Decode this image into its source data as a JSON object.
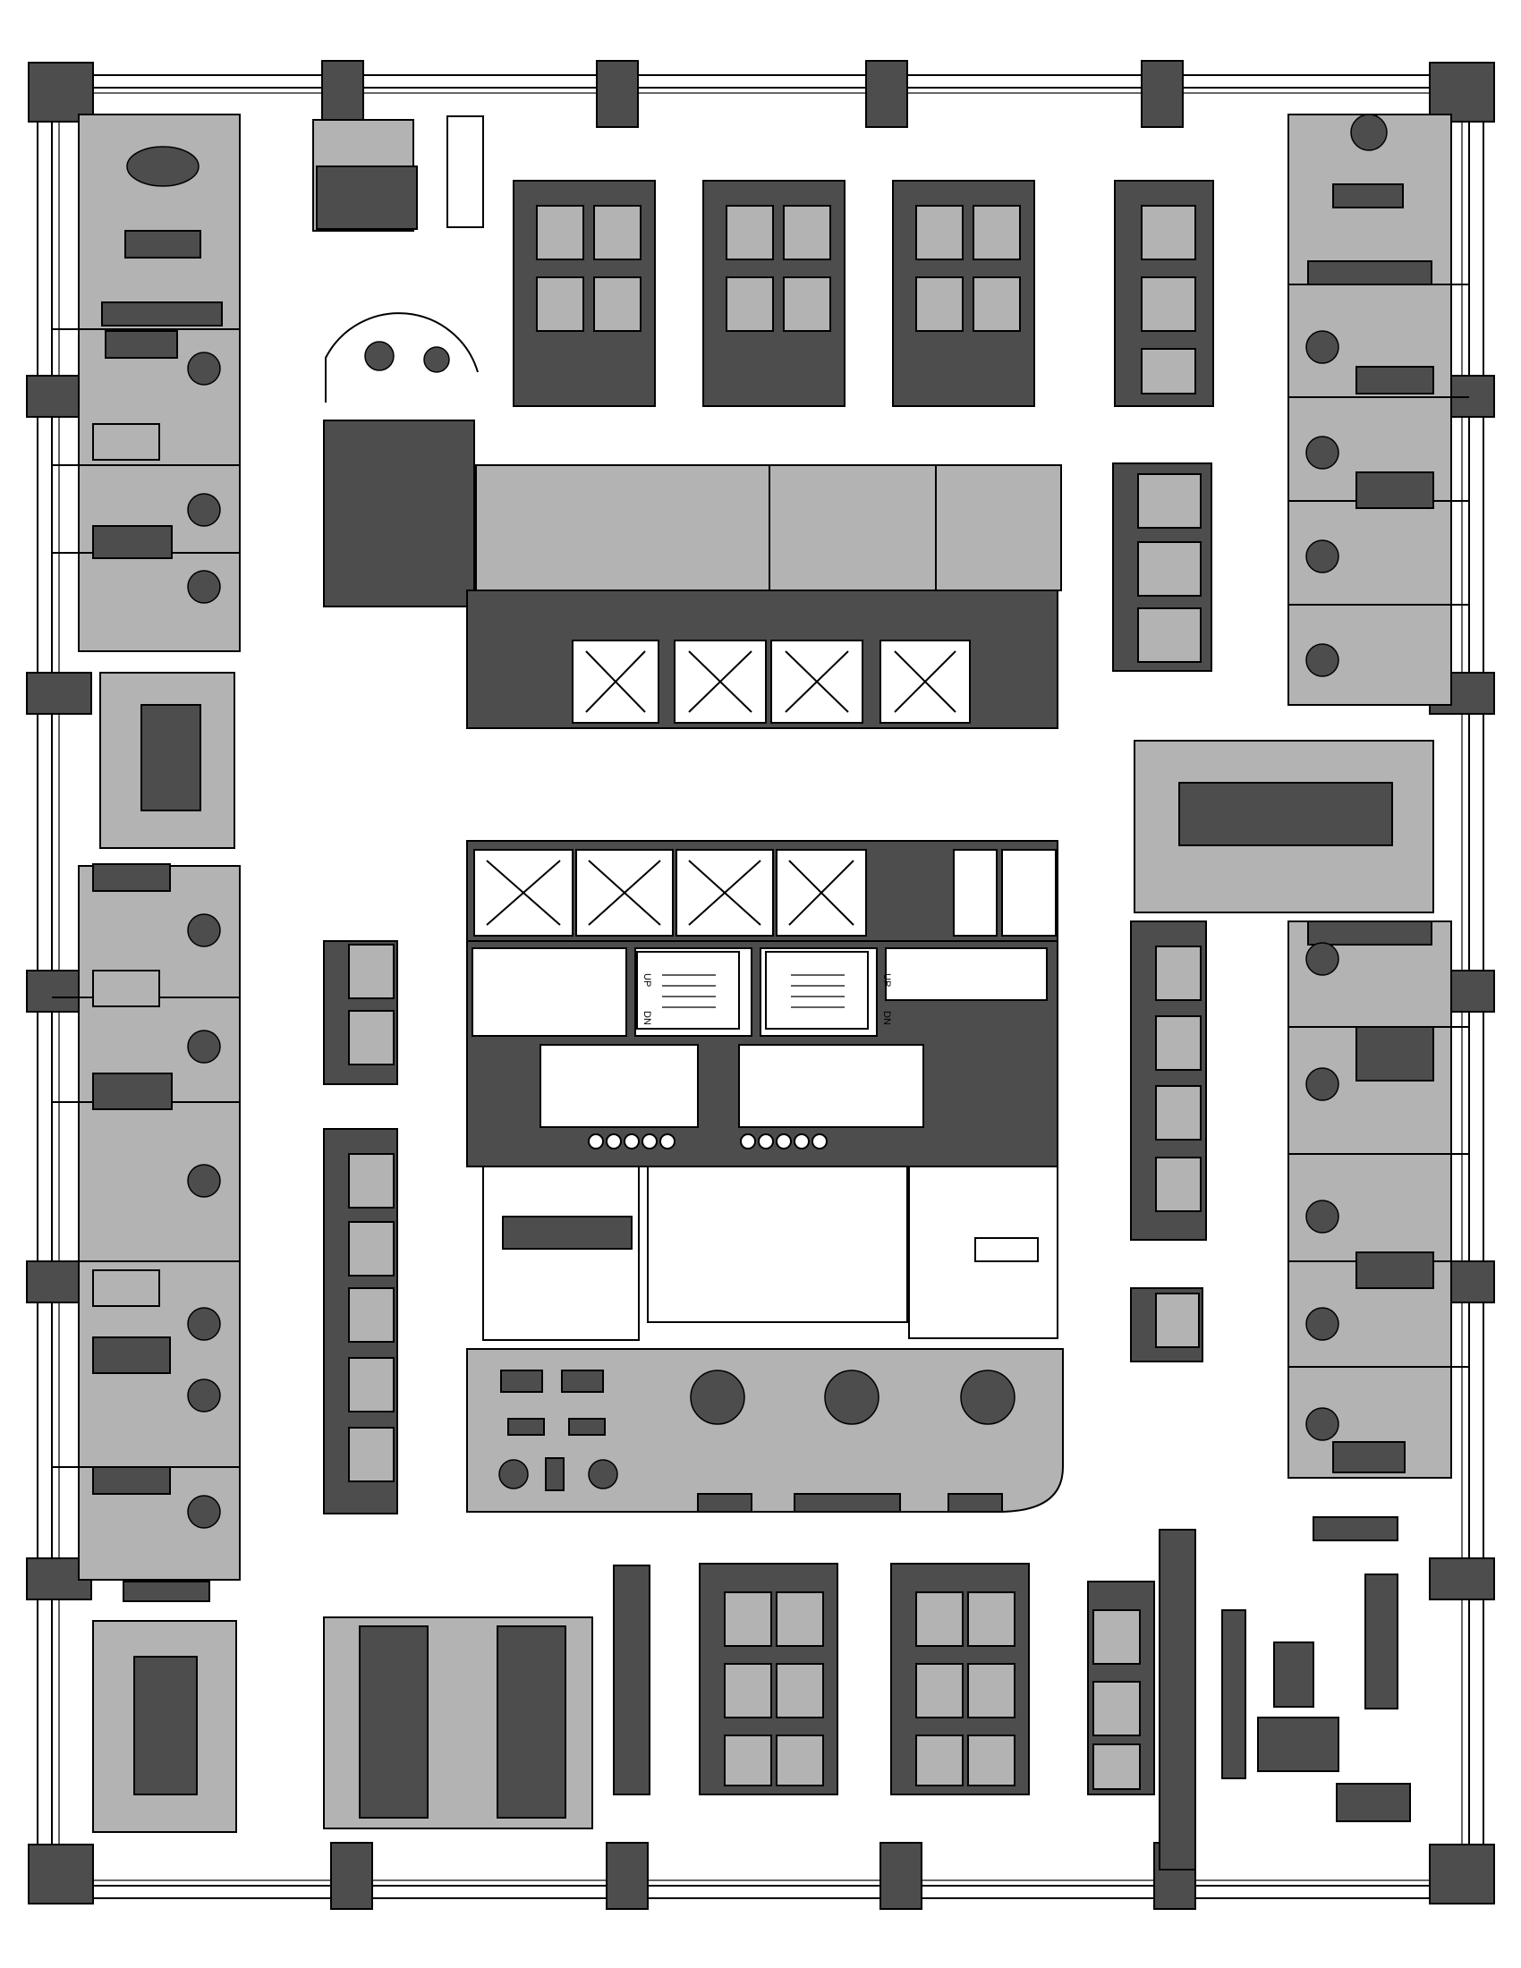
{
  "colors": {
    "furniture_dark": "#4d4d4d",
    "room_fill": "#b3b3b3",
    "walls": "#000000",
    "background": "#ffffff"
  },
  "stairs": [
    {
      "up_label": "UP",
      "dn_label": "DN"
    },
    {
      "up_label": "UP",
      "dn_label": "DN"
    }
  ]
}
